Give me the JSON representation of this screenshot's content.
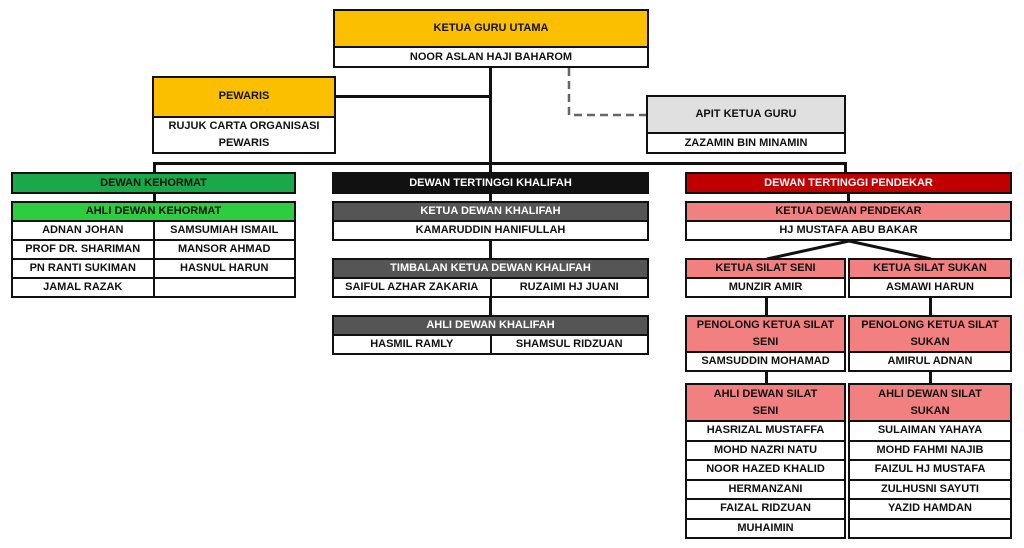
{
  "colors": {
    "gold": "#fbbf00",
    "grey": "#e0e0e0",
    "green_dark": "#1aa84a",
    "green_light": "#2ecc40",
    "black": "#111111",
    "dark_grey": "#555555",
    "dark_red": "#c00000",
    "pink": "#f28080"
  },
  "top": {
    "title": "KETUA GURU UTAMA",
    "name": "NOOR ASLAN HAJI BAHAROM"
  },
  "pewaris": {
    "title": "PEWARIS",
    "line1": "RUJUK CARTA ORGANISASI",
    "line2": "PEWARIS"
  },
  "apit": {
    "title": "APIT KETUA GURU",
    "name": "ZAZAMIN BIN MINAMIN"
  },
  "kehormat": {
    "title": "DEWAN KEHORMAT",
    "members_title": "AHLI DEWAN KEHORMAT",
    "members": [
      "ADNAN JOHAN",
      "SAMSUMIAH ISMAIL",
      "PROF DR. SHARIMAN",
      "MANSOR AHMAD",
      "PN RANTI SUKIMAN",
      "HASNUL HARUN",
      "JAMAL RAZAK",
      ""
    ]
  },
  "khalifah": {
    "title": "DEWAN TERTINGGI KHALIFAH",
    "ketua_title": "KETUA DEWAN KHALIFAH",
    "ketua": "KAMARUDDIN HANIFULLAH",
    "timbalan_title": "TIMBALAN KETUA DEWAN KHALIFAH",
    "timbalan": [
      "SAIFUL AZHAR ZAKARIA",
      "RUZAIMI HJ JUANI"
    ],
    "ahli_title": "AHLI DEWAN KHALIFAH",
    "ahli": [
      "HASMIL RAMLY",
      "SHAMSUL RIDZUAN"
    ]
  },
  "pendekar": {
    "title": "DEWAN TERTINGGI PENDEKAR",
    "ketua_title": "KETUA DEWAN PENDEKAR",
    "ketua": "HJ MUSTAFA ABU BAKAR",
    "seni": {
      "ketua_title": "KETUA SILAT SENI",
      "ketua": "MUNZIR AMIR",
      "penolong_title": "PENOLONG KETUA SILAT SENI",
      "penolong": "SAMSUDDIN MOHAMAD",
      "ahli_title": "AHLI DEWAN SILAT SENI",
      "ahli": [
        "HASRIZAL MUSTAFFA",
        "MOHD NAZRI NATU",
        "NOOR HAZED KHALID",
        "HERMANZANI",
        "FAIZAL RIDZUAN",
        "MUHAIMIN"
      ]
    },
    "sukan": {
      "ketua_title": "KETUA SILAT SUKAN",
      "ketua": "ASMAWI HARUN",
      "penolong_title": "PENOLONG KETUA SILAT SUKAN",
      "penolong": "AMIRUL ADNAN",
      "ahli_title": "AHLI DEWAN SILAT SUKAN",
      "ahli": [
        "SULAIMAN YAHAYA",
        "MOHD FAHMI NAJIB",
        "FAIZUL HJ MUSTAFA",
        "ZULHUSNI SAYUTI",
        "YAZID HAMDAN",
        ""
      ]
    }
  }
}
